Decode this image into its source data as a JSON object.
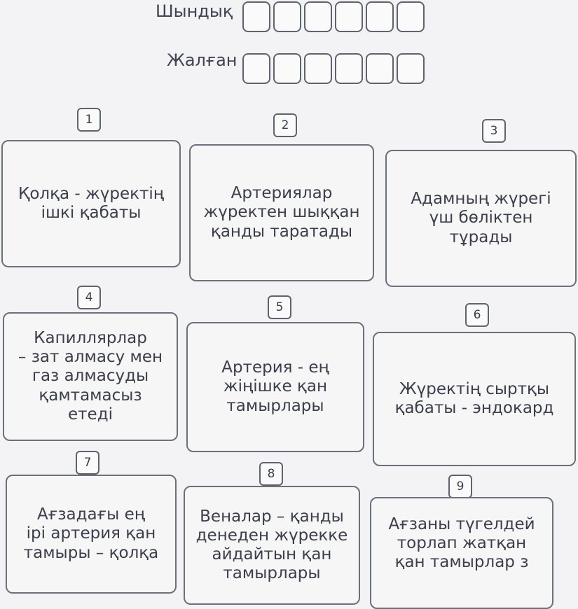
{
  "rows": {
    "true_label": "Шындық",
    "false_label": "Жалған"
  },
  "cards": [
    {
      "number": "1",
      "text": "Қолқа - жүректің\nішкі қабаты"
    },
    {
      "number": "2",
      "text": "Артериялар\nжүректен шыққан\nқанды таратады"
    },
    {
      "number": "3",
      "text": "Адамның жүрегі\nүш бөліктен\nтұрады"
    },
    {
      "number": "4",
      "text": "Капиллярлар\n– зат алмасу мен\nгаз алмасуды\nқамтамасыз етеді"
    },
    {
      "number": "5",
      "text": "Артерия - ең\nжіңішке қан\nтамырлары"
    },
    {
      "number": "6",
      "text": "Жүректің сыртқы\nқабаты - эндокард"
    },
    {
      "number": "7",
      "text": "Ағзадағы ең\nірі артерия қан\nтамыры – қолқа"
    },
    {
      "number": "8",
      "text": "Веналар – қанды\nденеден жүрекке\nайдайтын қан\nтамырлары"
    },
    {
      "number": "9",
      "text": "Ағзаны түгелдей\nторлап жатқан\nқан тамырлар з"
    }
  ]
}
